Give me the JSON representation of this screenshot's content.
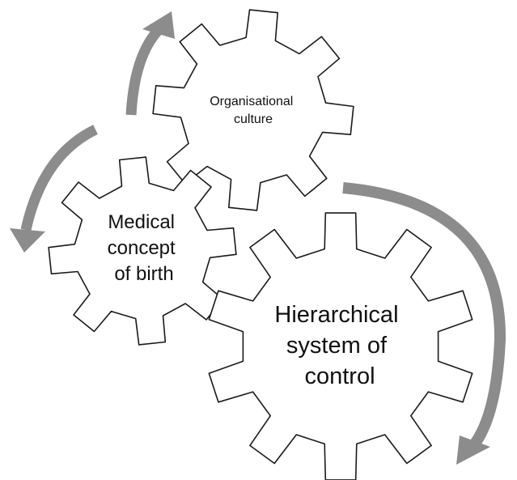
{
  "diagram": {
    "gears": [
      {
        "id": "organisational-culture",
        "lines": [
          "Organisational",
          "culture"
        ]
      },
      {
        "id": "medical-concept-of-birth",
        "lines": [
          "Medical",
          "concept",
          "of birth"
        ]
      },
      {
        "id": "hierarchical-system-of-control",
        "lines": [
          "Hierarchical",
          "system of",
          "control"
        ]
      }
    ],
    "arrows": [
      "cycle-arrow-top",
      "cycle-arrow-left",
      "cycle-arrow-right"
    ],
    "colors": {
      "gear_stroke": "#1a1a1a",
      "gear_fill": "#ffffff",
      "arrow": "#8c8c8c",
      "text": "#111111"
    }
  }
}
